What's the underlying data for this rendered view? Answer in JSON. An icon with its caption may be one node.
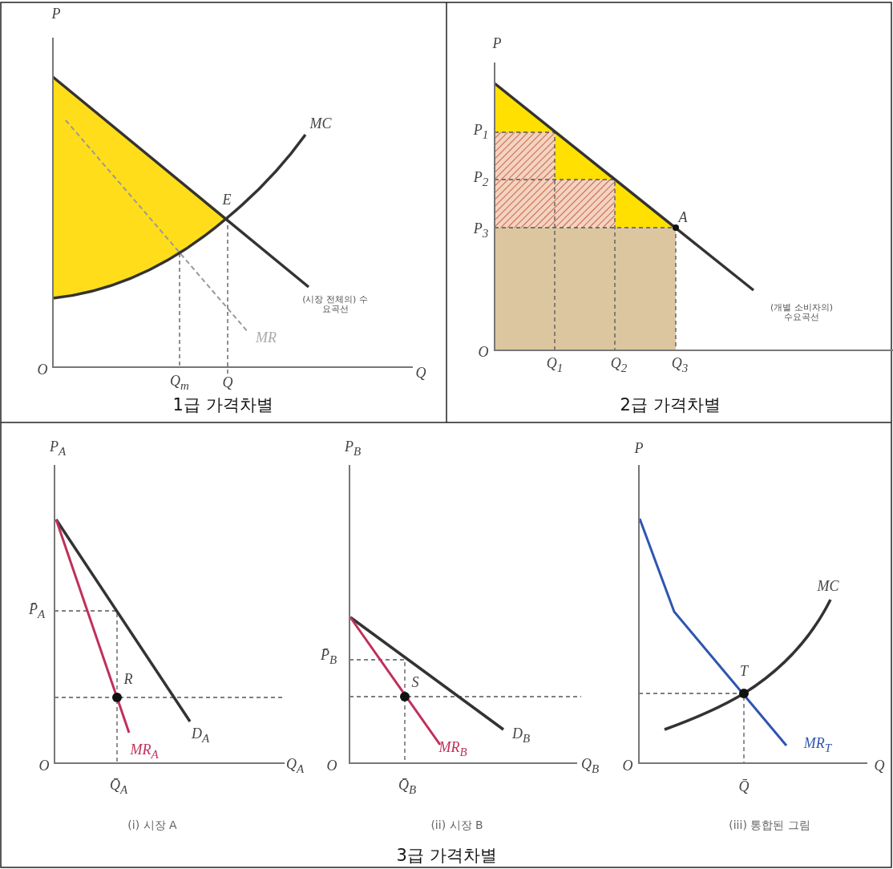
{
  "diagram": {
    "labels": [
      "P",
      "MC",
      "E",
      "(시장 전체의) 수요곡선",
      "MR",
      "O",
      "Q$_{m}$",
      "Q",
      "Q",
      "1급 가격차별",
      "P",
      "P$_{1}$",
      "P$_{2}$",
      "A",
      "P$_{3}$",
      "(개별 소비자의) 수요곡선",
      "O",
      "Q$_{1}$",
      "Q$_{2}$",
      "Q$_{3}$",
      "2급 가격차별",
      "P$_{A}$",
      "P̄$_{A}$",
      "R",
      "D$_{A}$",
      "MR$_{A}$",
      "O",
      "Q$_{A}$",
      "Q̄$_{A}$",
      "(i) 시장 A",
      "P$_{B}$",
      "P̄$_{B}$",
      "S",
      "D$_{B}$",
      "MR$_{B}$",
      "O",
      "Q$_{B}$",
      "Q̄$_{B}$",
      "(ii) 시장 B",
      "P",
      "MC",
      "T",
      "MR$_{T}$",
      "O",
      "Q̄",
      "Q",
      "(iii) 통합된 그림",
      "3급 가격차별"
    ]
  }
}
